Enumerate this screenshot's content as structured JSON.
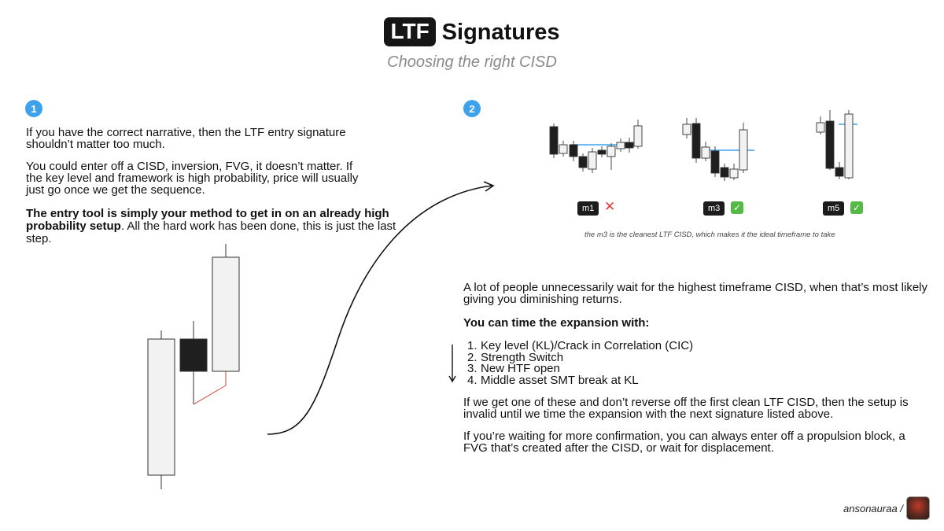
{
  "header": {
    "title_badge": "LTF",
    "title_rest": "Signatures",
    "subtitle": "Choosing the right CISD"
  },
  "steps": {
    "one": "1",
    "two": "2"
  },
  "left": {
    "p1": "If you have the correct narrative, then the LTF entry signature shouldn’t matter too much.",
    "p2": "You could enter off a CISD, inversion, FVG, it doesn’t matter. If the key level and framework is high probability, price will usually just go once we get the sequence.",
    "p3_bold": "The entry tool is simply your method to get in on an already high probability setup",
    "p3_rest": ". All the hard work has been done, this is just the last step."
  },
  "timeframes": [
    {
      "label": "m1",
      "mark": "✕",
      "mark_type": "x"
    },
    {
      "label": "m3",
      "mark": "✓",
      "mark_type": "check"
    },
    {
      "label": "m5",
      "mark": "✓",
      "mark_type": "check"
    }
  ],
  "caption": "the m3 is the cleanest LTF CISD, which makes it the ideal timeframe to take",
  "right": {
    "p1": "A lot of people unnecessarily wait for the highest timeframe CISD, when that’s most likely giving you diminishing returns.",
    "list_heading": "You can time the expansion with:",
    "list": [
      "Key level (KL)/Crack in Correlation (CIC)",
      "Strength Switch",
      "New HTF open",
      "Middle asset SMT break at KL"
    ],
    "p2": "If we get one of these and don’t reverse off the first clean LTF CISD, then the setup is invalid until we time the expansion with the next signature listed above.",
    "p3": "If you’re waiting for more confirmation, you can always enter off a propulsion block, a FVG that’s created after the CISD, or wait for displacement."
  },
  "footer": {
    "author": "ansonauraa /"
  },
  "colors": {
    "accent_blue": "#3ea2ea",
    "candle_dark": "#1f1f1f",
    "candle_light": "#f2f2f2",
    "red_line": "#e03a3a",
    "check_green": "#55b945"
  }
}
